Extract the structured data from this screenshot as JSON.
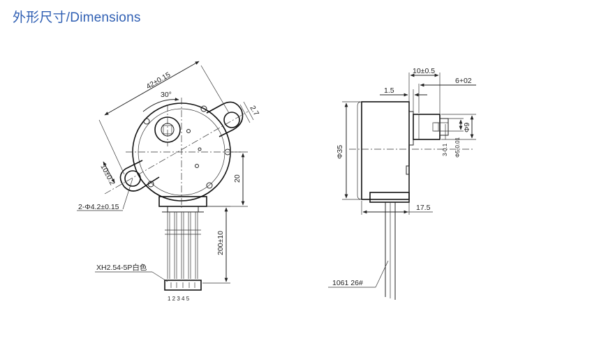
{
  "header": {
    "title": "外形尺寸/Dimensions"
  },
  "front_view": {
    "dim_mount_spacing": "42±0.15",
    "dim_angle": "30°",
    "dim_tab_thickness": "2.7",
    "dim_ear_width": "10±0.2",
    "dim_hole": "2-Φ4.2±0.15",
    "dim_height": "20",
    "dim_cable_length": "200±10",
    "connector": "XH2.54-5P白色",
    "pins": "1 2 3 4 5"
  },
  "side_view": {
    "dim_shaft_length": "10±0.5",
    "dim_shaft_offset": "6+02",
    "dim_flange": "1.5",
    "dim_body_diameter": "Φ35",
    "dim_boss": "Φ9",
    "dim_flat": "3-0.1",
    "dim_shaft_diameter": "Φ5-0.01",
    "dim_depth": "17.5",
    "wire_spec": "1061 26#"
  },
  "colors": {
    "title": "#2f5fb3",
    "line": "#222222"
  }
}
